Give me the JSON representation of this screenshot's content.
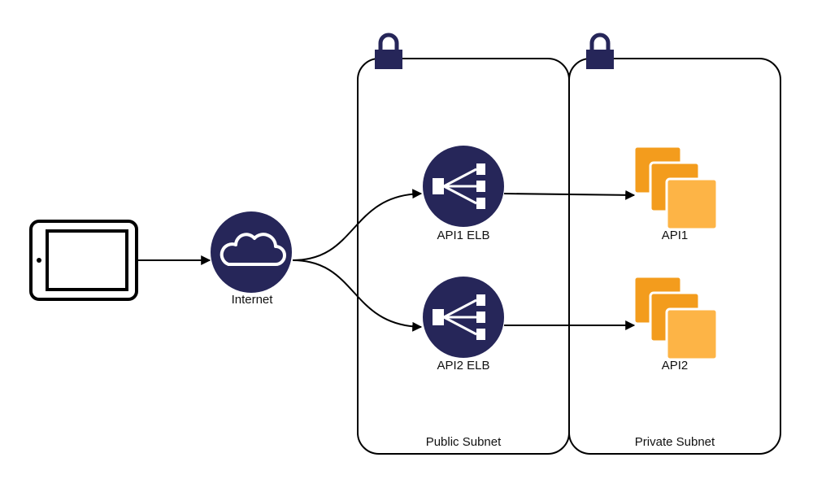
{
  "colors": {
    "navy": "#262659",
    "orange": "#f39c1d",
    "orange_light": "#fdb446",
    "line": "#000000"
  },
  "nodes": {
    "device": {
      "icon": "tablet-icon"
    },
    "internet": {
      "label": "Internet",
      "icon": "cloud-icon"
    },
    "api1_elb": {
      "label": "API1 ELB",
      "icon": "load-balancer-icon"
    },
    "api2_elb": {
      "label": "API2 ELB",
      "icon": "load-balancer-icon"
    },
    "api1": {
      "label": "API1",
      "icon": "instances-icon"
    },
    "api2": {
      "label": "API2",
      "icon": "instances-icon"
    }
  },
  "subnets": {
    "public": {
      "label": "Public Subnet",
      "icon": "lock-icon"
    },
    "private": {
      "label": "Private Subnet",
      "icon": "lock-icon"
    }
  },
  "connections": [
    {
      "from": "device",
      "to": "internet"
    },
    {
      "from": "internet",
      "to": "api1_elb"
    },
    {
      "from": "internet",
      "to": "api2_elb"
    },
    {
      "from": "api1_elb",
      "to": "api1"
    },
    {
      "from": "api2_elb",
      "to": "api2"
    }
  ]
}
